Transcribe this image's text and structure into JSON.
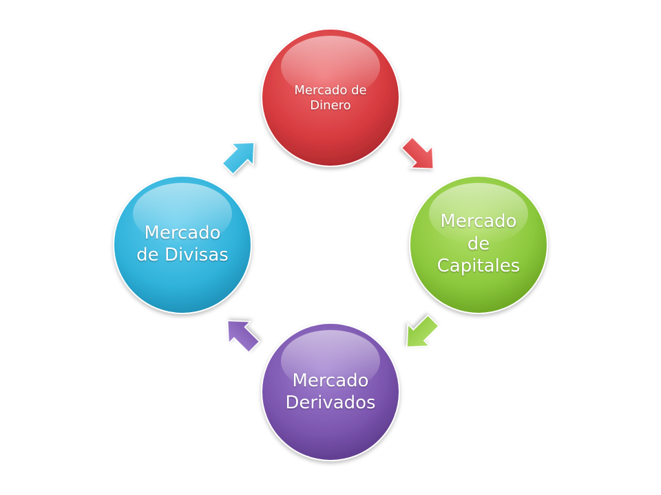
{
  "nodes": [
    {
      "id": "dinero",
      "label": "Mercado de\nDinero",
      "color": "#d63a3e",
      "light": "#ef6b6e",
      "dark": "#a8272b"
    },
    {
      "id": "capitales",
      "label": "Mercado\nde\nCapitales",
      "color": "#8cc83c",
      "light": "#b3e06a",
      "dark": "#67a020"
    },
    {
      "id": "derivados",
      "label": "Mercado\nDerivados",
      "color": "#7b55ae",
      "light": "#a07fd0",
      "dark": "#5a3888"
    },
    {
      "id": "divisas",
      "label": "Mercado\nde Divisas",
      "color": "#2fb2da",
      "light": "#62cdee",
      "dark": "#1b8ab0"
    }
  ],
  "arrows": [
    {
      "from": "dinero",
      "to": "capitales",
      "color": "#d63a3e",
      "light": "#ef6b6e"
    },
    {
      "from": "capitales",
      "to": "derivados",
      "color": "#8cc83c",
      "light": "#b3e06a"
    },
    {
      "from": "derivados",
      "to": "divisas",
      "color": "#7b55ae",
      "light": "#a07fd0"
    },
    {
      "from": "divisas",
      "to": "dinero",
      "color": "#2fb2da",
      "light": "#62cdee"
    }
  ]
}
